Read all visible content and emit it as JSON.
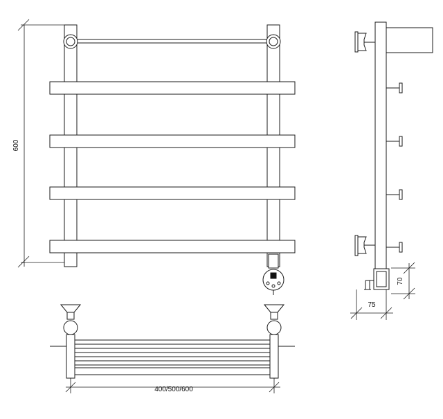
{
  "dimensions": {
    "height": "600",
    "width": "400/500/600",
    "depth": "75",
    "connection_height": "70"
  }
}
